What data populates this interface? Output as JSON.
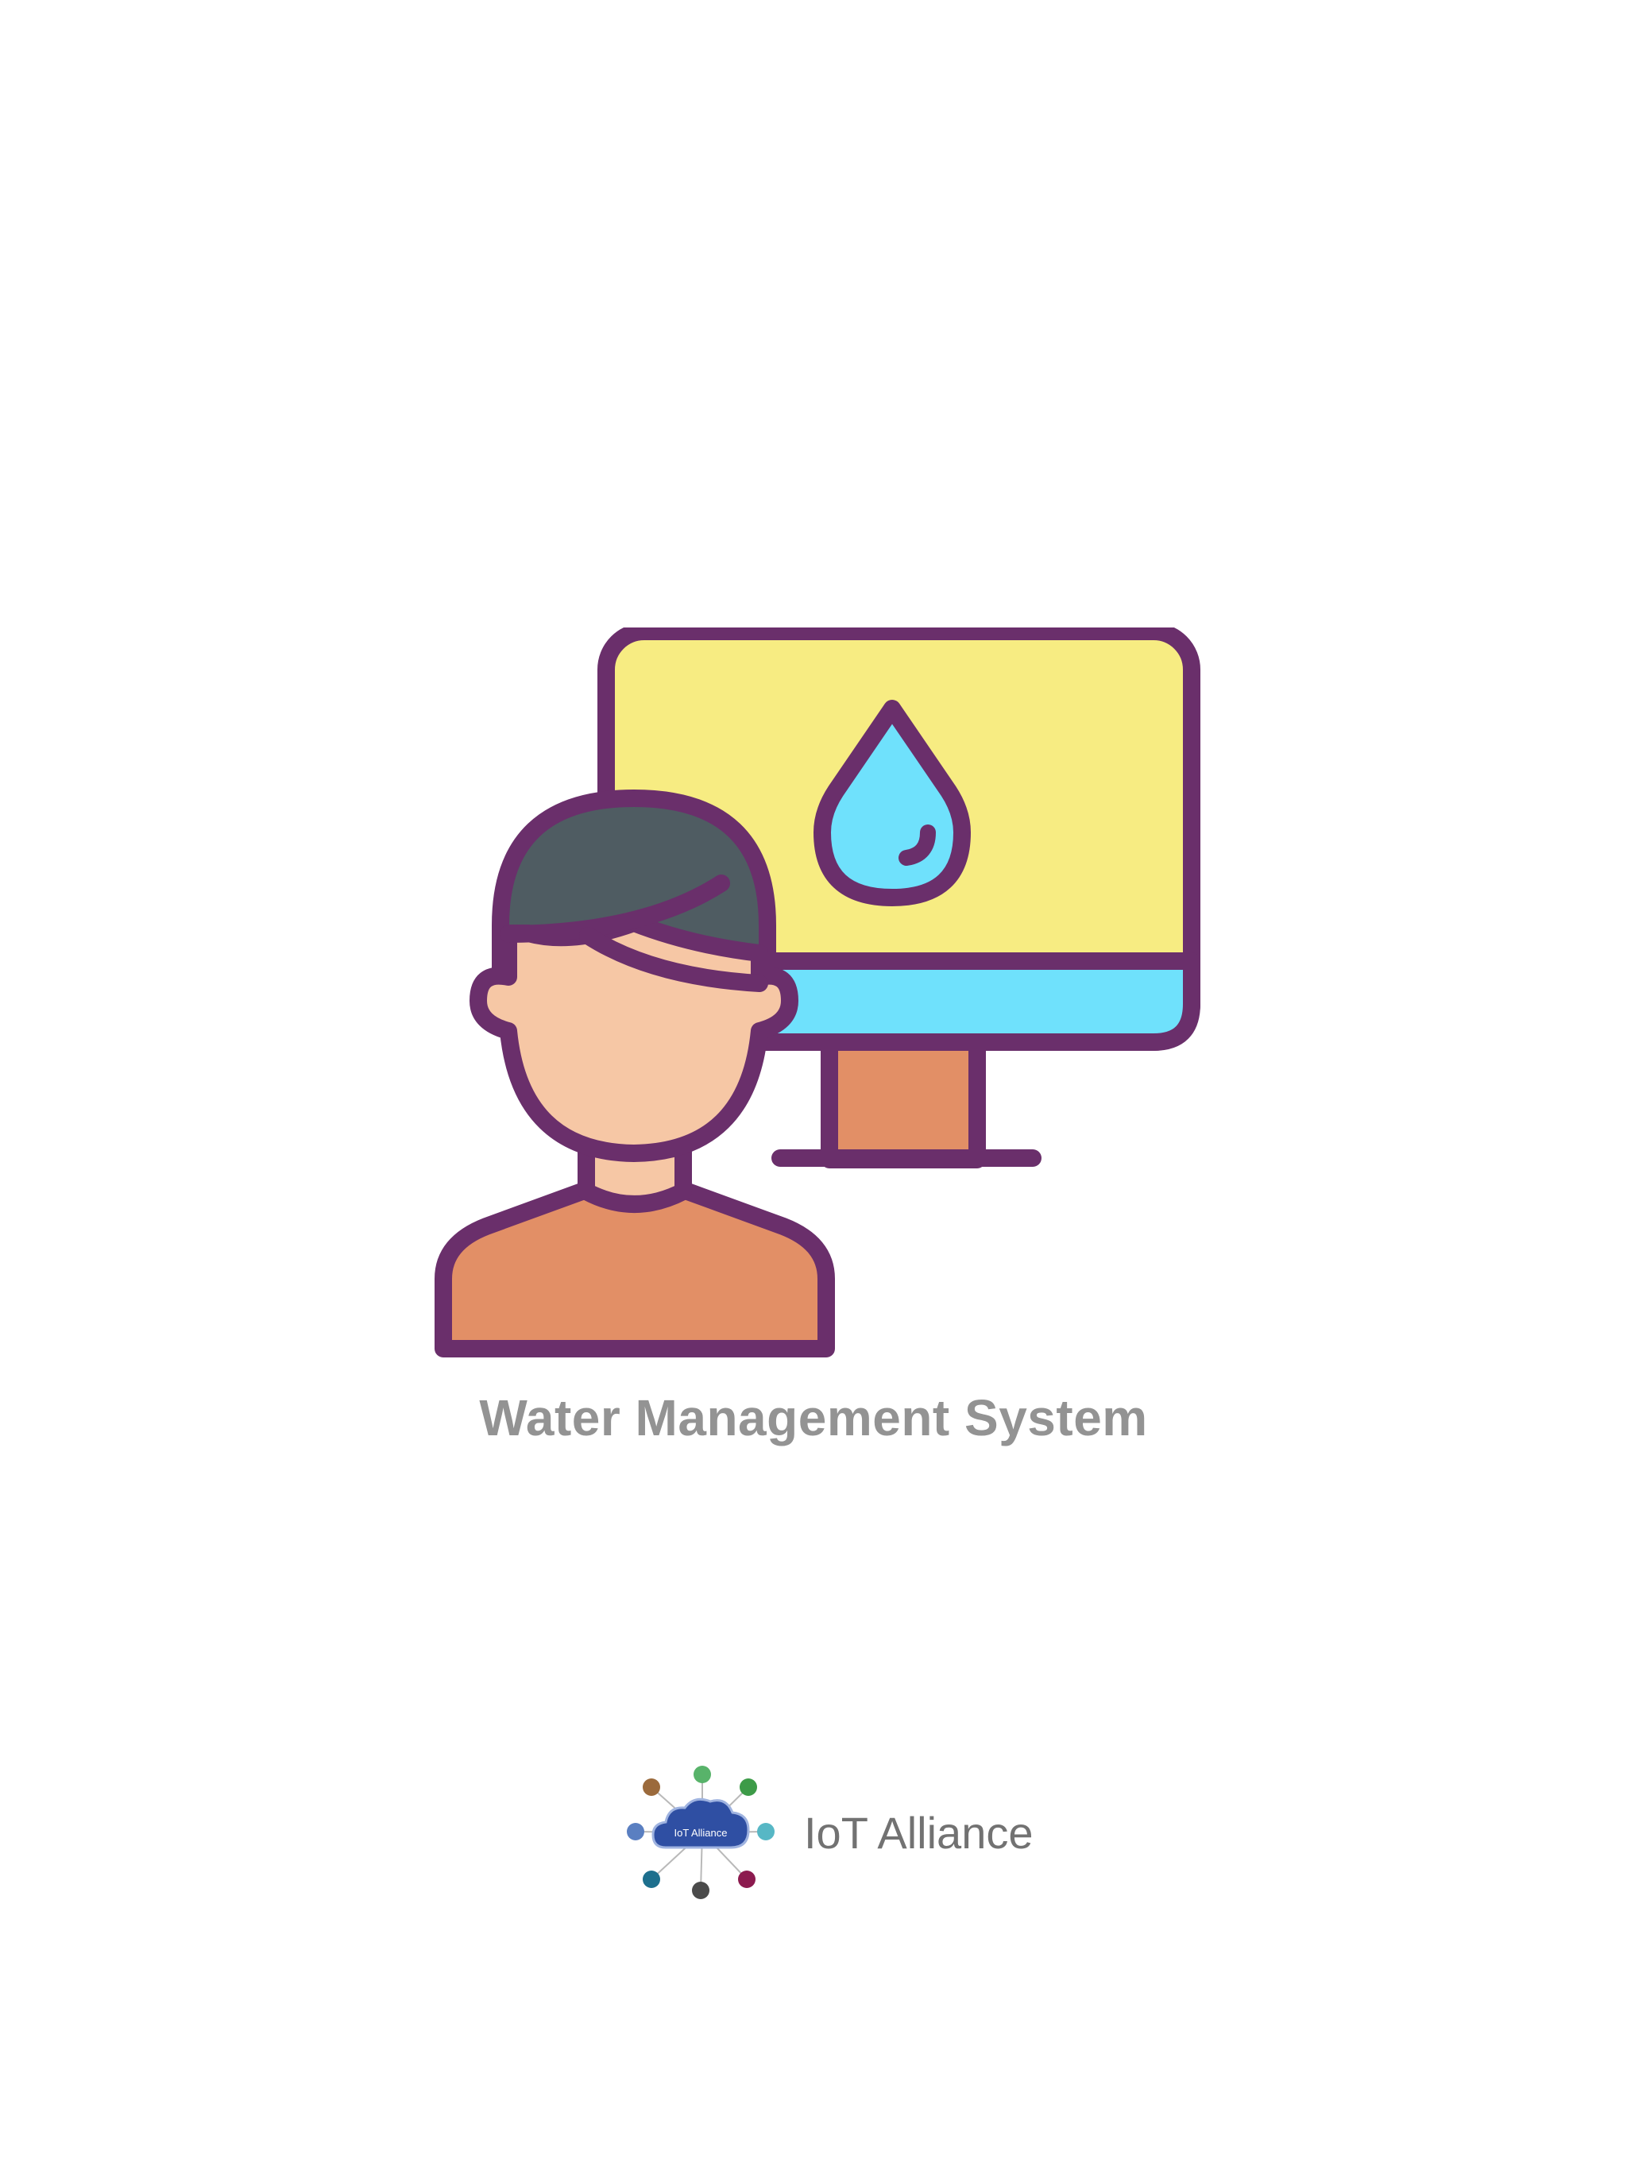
{
  "splash": {
    "illustration_icon": "person-at-monitor-water-drop",
    "title": "Water Management System"
  },
  "brand": {
    "logo_icon": "iot-cloud-network-logo",
    "logo_text": "IoT Alliance",
    "name": "IoT Alliance"
  },
  "colors": {
    "outline": "#6a2f6b",
    "screen": "#f7ec82",
    "water": "#6fe1fc",
    "skin": "#f6c7a5",
    "shirt": "#e28f66",
    "hair": "#4f5c62",
    "title_text": "#939393",
    "brand_text": "#727272"
  }
}
